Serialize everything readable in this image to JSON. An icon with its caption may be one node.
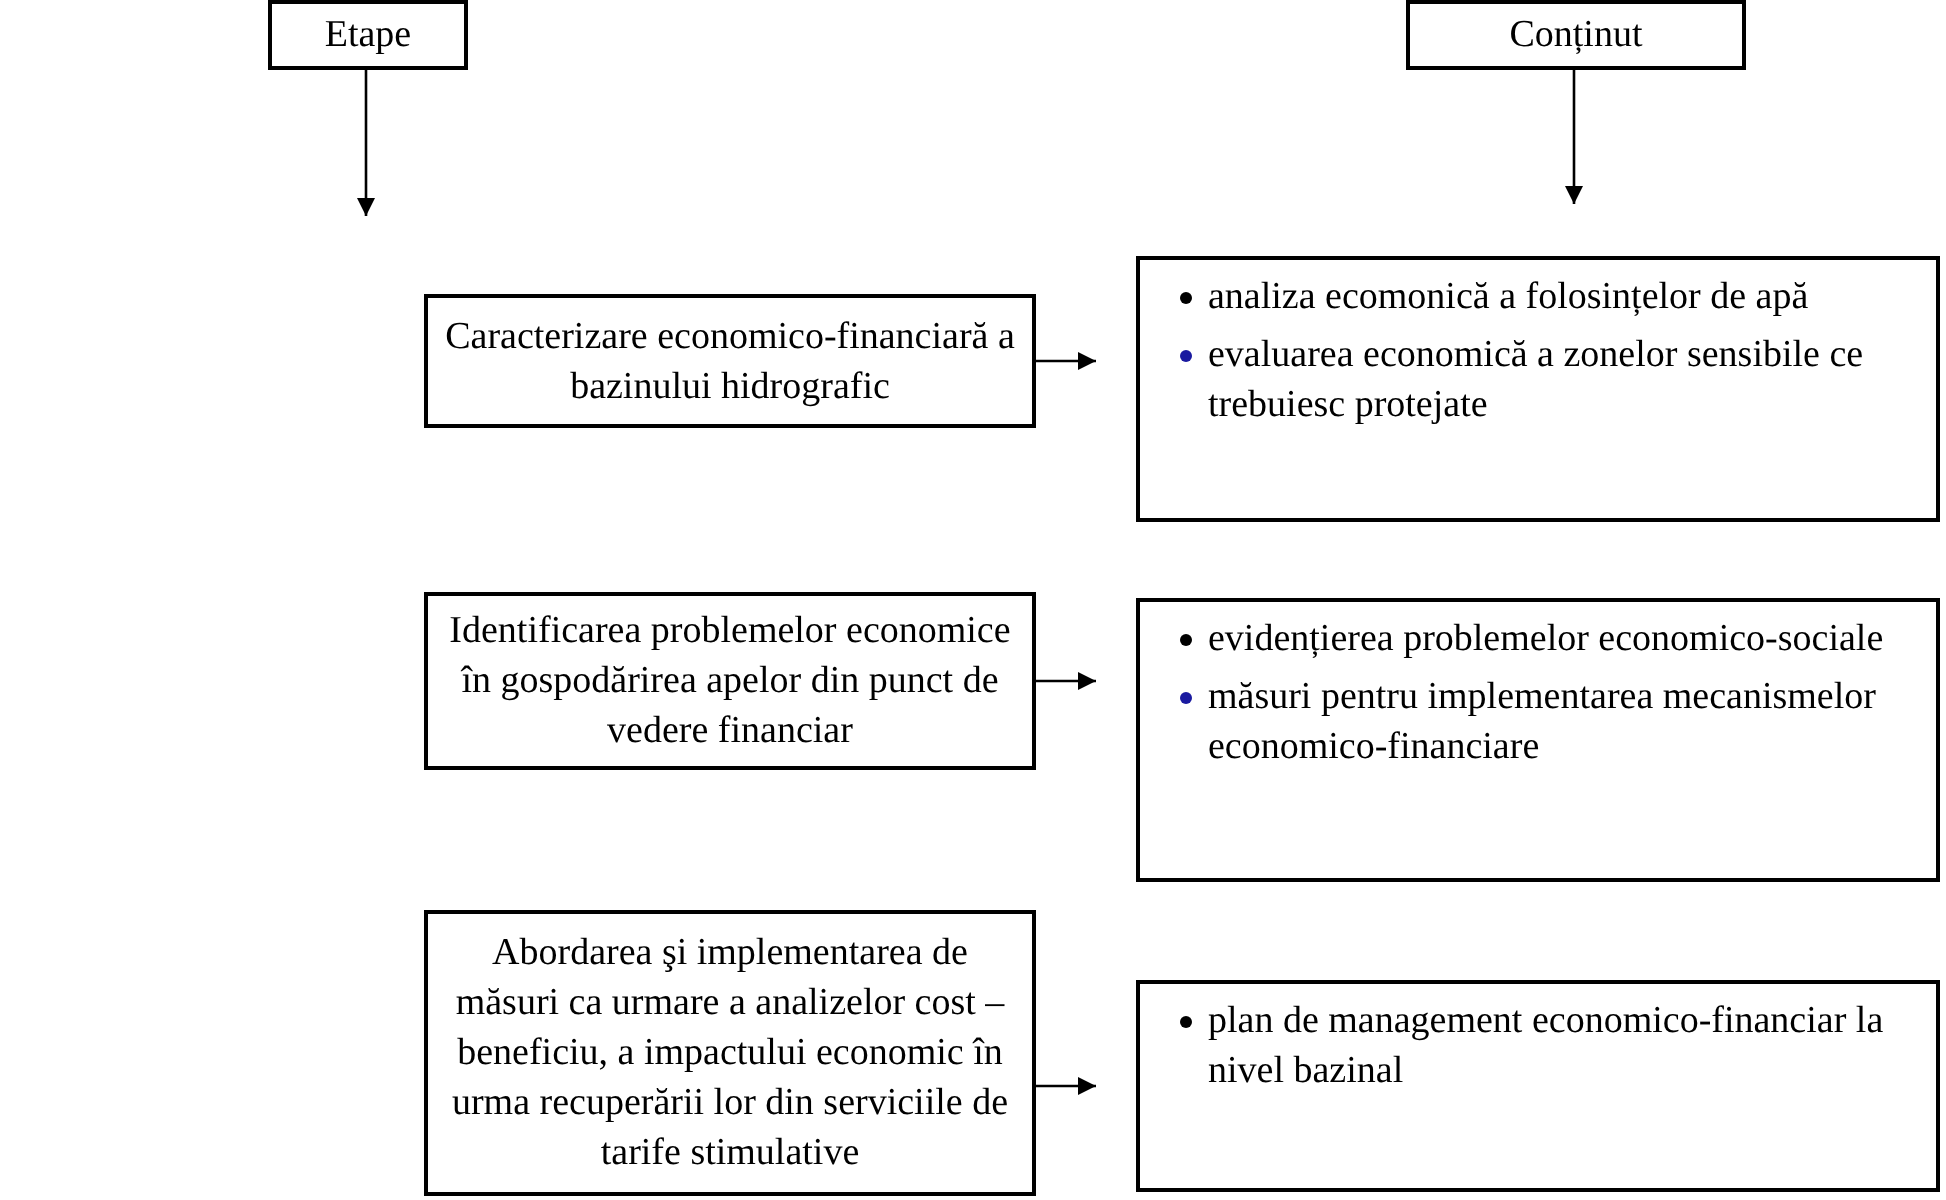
{
  "diagram": {
    "nodes": [
      {
        "text": [
          "Etape"
        ]
      },
      {
        "text": [
          "Conținut"
        ]
      },
      {
        "text": [
          "Caracterizare economico-financiară a bazinului hidrografic"
        ]
      },
      {
        "text": [
          "analiza ecomonică a folosințelor de apă",
          "evaluarea economică a zonelor sensibile ce trebuiesc protejate"
        ]
      },
      {
        "text": [
          "Identificarea problemelor economice în gospodărirea apelor din punct de vedere financiar"
        ]
      },
      {
        "text": [
          "evidențierea problemelor economico-sociale",
          "măsuri pentru implementarea mecanismelor economico-financiare"
        ]
      },
      {
        "text": [
          "Abordarea şi implementarea de măsuri ca urmare a analizelor  cost – beneficiu, a impactului economic în urma recuperării lor din serviciile de tarife stimulative"
        ]
      },
      {
        "text": [
          "plan de management economico-financiar la nivel bazinal"
        ]
      }
    ],
    "edges": [
      {
        "from": 0,
        "to": null,
        "arrow": "to"
      },
      {
        "from": 1,
        "to": null,
        "arrow": "to"
      },
      {
        "from": 2,
        "to": 3,
        "arrow": "to"
      },
      {
        "from": 4,
        "to": 5,
        "arrow": "to"
      },
      {
        "from": 6,
        "to": 7,
        "arrow": "to"
      }
    ]
  }
}
